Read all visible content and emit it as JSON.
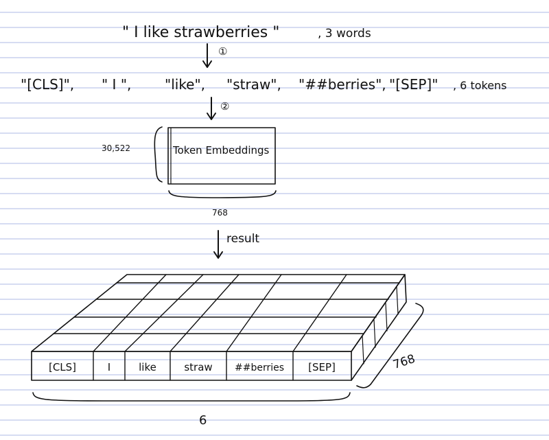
{
  "sentence": "\" I like strawberries \"",
  "word_count": ", 3 words",
  "step1": "①",
  "tokens": [
    "\"[CLS]\",",
    "\" I \",",
    "\"like\",",
    "\"straw\",",
    "\"##berries\",",
    "\"[SEP]\""
  ],
  "token_count": ", 6 tokens",
  "step2": "②",
  "embeddings": {
    "label": "Token Embeddings",
    "vocab_size": "30,522",
    "dim": "768"
  },
  "result_label": "result",
  "tensor": {
    "cells": [
      "[CLS]",
      "I",
      "like",
      "straw",
      "##berries",
      "[SEP]"
    ],
    "count": "6",
    "depth": "768"
  }
}
